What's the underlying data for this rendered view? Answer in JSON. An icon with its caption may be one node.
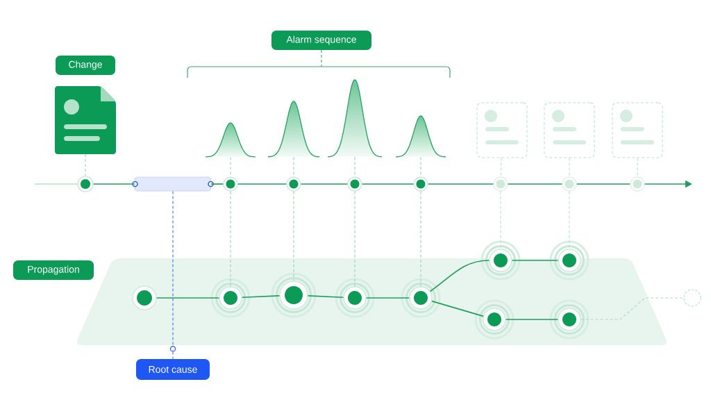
{
  "diagram": {
    "nodes": [
      {
        "text": [
          "Alarm sequence"
        ]
      },
      {
        "text": [
          "Change"
        ]
      },
      {
        "text": [],
        "shape": "picture"
      },
      {
        "text": [],
        "shape": "curve"
      },
      {
        "text": [],
        "shape": "curve"
      },
      {
        "text": [],
        "shape": "curve"
      },
      {
        "text": [],
        "shape": "curve"
      },
      {
        "text": [],
        "shape": "box"
      },
      {
        "text": [],
        "shape": "box"
      },
      {
        "text": [],
        "shape": "box"
      },
      {
        "text": [],
        "shape": "circle"
      },
      {
        "text": [],
        "shape": "bar"
      },
      {
        "text": [],
        "shape": "circle"
      },
      {
        "text": [],
        "shape": "circle"
      },
      {
        "text": [],
        "shape": "circle"
      },
      {
        "text": [],
        "shape": "circle"
      },
      {
        "text": [],
        "shape": "circle"
      },
      {
        "text": [],
        "shape": "circle"
      },
      {
        "text": [],
        "shape": "circle"
      },
      {
        "text": [
          "Propagation"
        ]
      },
      {
        "text": [],
        "shape": "trapezoid"
      },
      {
        "text": [],
        "shape": "circle",
        "in": 20
      },
      {
        "text": [],
        "shape": "circle",
        "in": 20
      },
      {
        "text": [],
        "shape": "circle",
        "in": 20
      },
      {
        "text": [],
        "shape": "circle",
        "in": 20
      },
      {
        "text": [],
        "shape": "circle",
        "in": 20
      },
      {
        "text": [],
        "shape": "circle"
      },
      {
        "text": [],
        "shape": "circle"
      },
      {
        "text": [],
        "shape": "circle",
        "in": 20
      },
      {
        "text": [],
        "shape": "circle",
        "in": 20
      },
      {
        "text": [],
        "shape": "circle"
      },
      {
        "text": [
          "Root cause"
        ]
      }
    ],
    "edges": [
      {
        "from": null,
        "to": 10,
        "arrow": "none",
        "color": "#b3e0c8"
      },
      {
        "from": 10,
        "to": 11,
        "arrow": "none"
      },
      {
        "from": 11,
        "to": 12,
        "arrow": "none"
      },
      {
        "from": 12,
        "to": 13,
        "arrow": "none"
      },
      {
        "from": 13,
        "to": 14,
        "arrow": "none"
      },
      {
        "from": 14,
        "to": 15,
        "arrow": "none"
      },
      {
        "from": 15,
        "to": 16,
        "arrow": "none"
      },
      {
        "from": 16,
        "to": 17,
        "arrow": "none"
      },
      {
        "from": 17,
        "to": 18,
        "arrow": "none"
      },
      {
        "from": 18,
        "to": null,
        "arrow": "to"
      },
      {
        "from": 2,
        "to": 10,
        "arrow": "none",
        "style": "dashed",
        "color": "#93d4b3"
      },
      {
        "from": 3,
        "to": 12,
        "arrow": "none",
        "style": "dashed",
        "color": "#93d4b3"
      },
      {
        "from": 4,
        "to": 13,
        "arrow": "none",
        "style": "dashed",
        "color": "#93d4b3"
      },
      {
        "from": 5,
        "to": 14,
        "arrow": "none",
        "style": "dashed",
        "color": "#93d4b3"
      },
      {
        "from": 6,
        "to": 15,
        "arrow": "none",
        "style": "dashed",
        "color": "#93d4b3"
      },
      {
        "from": 7,
        "to": 16,
        "arrow": "none",
        "style": "dashed",
        "color": "#b4e2cb"
      },
      {
        "from": 8,
        "to": 17,
        "arrow": "none",
        "style": "dashed",
        "color": "#b4e2cb"
      },
      {
        "from": 9,
        "to": 18,
        "arrow": "none",
        "style": "dashed",
        "color": "#b4e2cb"
      },
      {
        "from": 12,
        "to": 22,
        "arrow": "none",
        "style": "dashed",
        "color": "#93d4b3"
      },
      {
        "from": 13,
        "to": 23,
        "arrow": "none",
        "style": "dashed",
        "color": "#93d4b3"
      },
      {
        "from": 14,
        "to": 24,
        "arrow": "none",
        "style": "dashed",
        "color": "#93d4b3"
      },
      {
        "from": 15,
        "to": 25,
        "arrow": "none",
        "style": "dashed",
        "color": "#93d4b3"
      },
      {
        "from": 16,
        "to": 26,
        "arrow": "none",
        "style": "dashed",
        "color": "#b4e2cb"
      },
      {
        "from": 17,
        "to": 27,
        "arrow": "none",
        "style": "dashed",
        "color": "#b4e2cb"
      },
      {
        "from": 21,
        "to": 22,
        "arrow": "none"
      },
      {
        "from": 22,
        "to": 23,
        "arrow": "none"
      },
      {
        "from": 23,
        "to": 24,
        "arrow": "none"
      },
      {
        "from": 24,
        "to": 25,
        "arrow": "none"
      },
      {
        "from": 25,
        "to": 26,
        "arrow": "none"
      },
      {
        "from": 25,
        "to": 28,
        "arrow": "none"
      },
      {
        "from": 26,
        "to": 27,
        "arrow": "none"
      },
      {
        "from": 28,
        "to": 29,
        "arrow": "none"
      },
      {
        "from": 29,
        "to": 30,
        "arrow": "none",
        "style": "dashed",
        "color": "#a6dbc0"
      },
      {
        "from": 11,
        "to": 31,
        "arrow": "none",
        "style": "dashed",
        "color": "#3b6ef5"
      }
    ]
  }
}
